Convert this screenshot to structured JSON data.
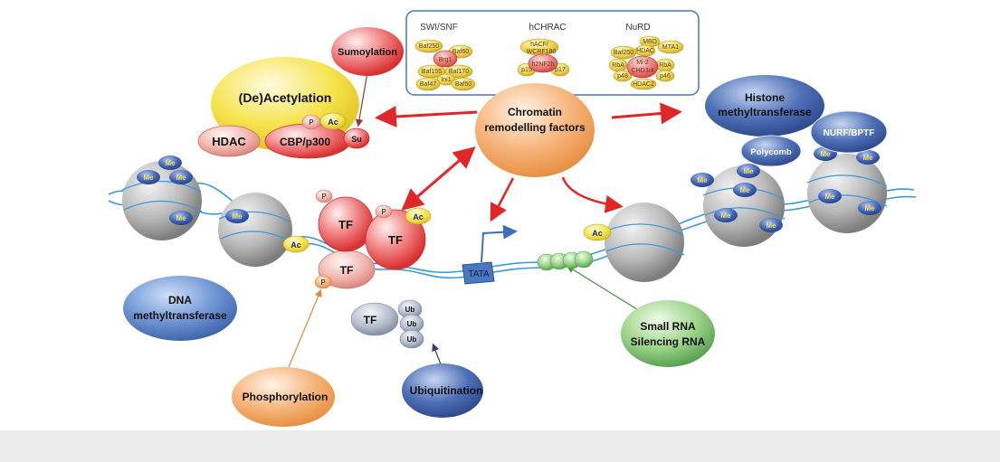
{
  "complexes": {
    "swisnf": {
      "title": "SWI/SNF",
      "subunits": [
        "Baf250",
        "Baf60",
        "Brg1",
        "Baf155",
        "Baf170",
        "Ini1",
        "Baf47",
        "Baf50"
      ]
    },
    "hchrac": {
      "title": "hCHRAC",
      "subunits": [
        "hACF/",
        "WCRF180",
        "h2NF2h",
        "p15",
        "p17"
      ]
    },
    "nurd": {
      "title": "NuRD",
      "subunits": [
        "MBD",
        "Baf250",
        "HDAC",
        "MTA1",
        "RbA",
        "Mi-2",
        "CHD3/4",
        "RbA",
        "p48",
        "p46",
        "HDAC2"
      ]
    }
  },
  "labels": {
    "sumoylation": "Sumoylation",
    "deacetylation": "(De)Acetylation",
    "hdac": "HDAC",
    "cbp": "CBP/p300",
    "su": "Su",
    "chromatin_line1": "Chromatin",
    "chromatin_line2": "remodelling factors",
    "histone_line1": "Histone",
    "histone_line2": "methyltransferase",
    "nurf": "NURF/BPTF",
    "polycomb": "Polycomb",
    "dna_line1": "DNA",
    "dna_line2": "methyltransferase",
    "tata": "TATA",
    "small_rna_line1": "Small RNA",
    "small_rna_line2": "Silencing RNA",
    "phosphorylation": "Phosphorylation",
    "ubiquitination": "Ubiquitination",
    "tf": "TF",
    "p": "P",
    "ac": "Ac",
    "me": "Me",
    "ub": "Ub"
  },
  "colors": {
    "yellow": "#f4e04d",
    "red": "#e23a3a",
    "blue": "#3d5fa8",
    "orange": "#f3a460",
    "green": "#5aa85a",
    "gray": "#b0b0b0",
    "dna": "#3a9ad9"
  }
}
